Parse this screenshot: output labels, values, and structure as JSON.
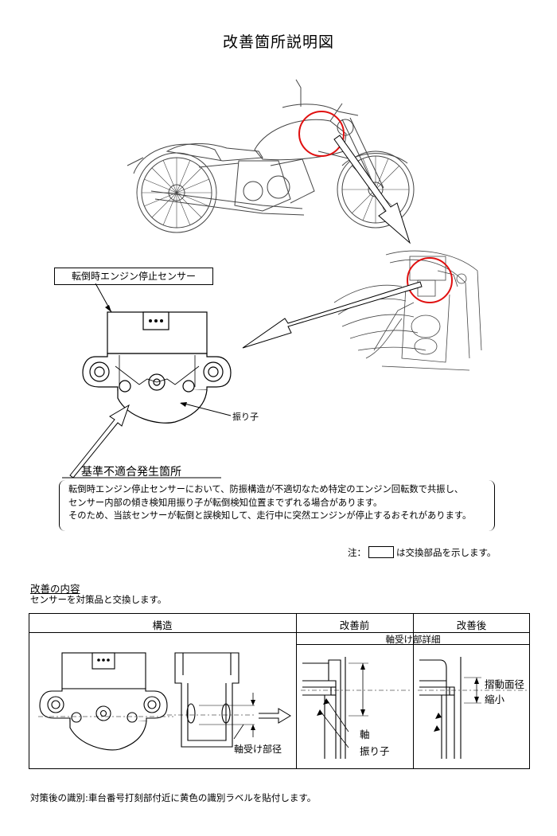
{
  "title": "改善箇所説明図",
  "sensor_label": "転倒時エンジン停止センサー",
  "pendulum_label": "振り子",
  "defect": {
    "title": "基準不適合発生箇所",
    "lines": [
      "転倒時エンジン停止センサーにおいて、防振構造が不適切なため特定のエンジン回転数で共振し、",
      "センサー内部の傾き検知用振り子が転倒検知位置までずれる場合があります。",
      "そのため、当該センサーが転倒と誤検知して、走行中に突然エンジンが停止するおそれがあります。"
    ]
  },
  "note": {
    "prefix": "注：",
    "suffix": "は交換部品を示します。"
  },
  "improvement": {
    "title": "改善の内容",
    "text": "センサーを対策品と交換します。"
  },
  "table": {
    "headers": [
      "構造",
      "改善前",
      "改善後"
    ],
    "subheader": "軸受け部詳細",
    "labels": {
      "bearing_dia": "軸受け部径",
      "shaft": "軸",
      "pendulum": "振り子",
      "sliding_line1": "摺動面径",
      "sliding_line2": "縮小"
    }
  },
  "footer": "対策後の識別:車台番号打刻部付近に黄色の識別ラベルを貼付します。"
}
